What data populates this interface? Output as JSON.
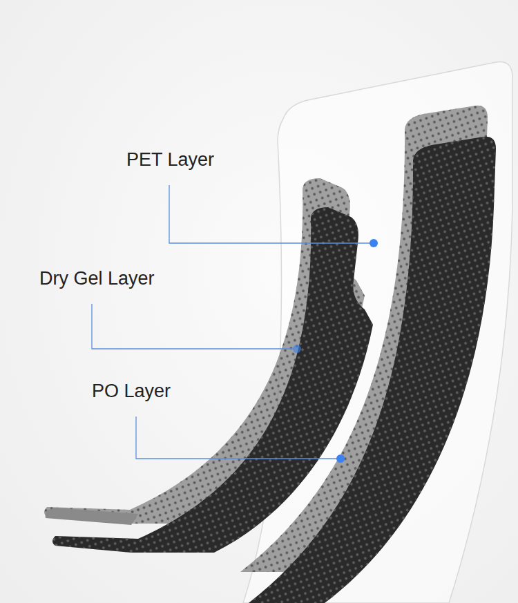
{
  "diagram": {
    "labels": [
      "PET Layer",
      "Dry Gel Layer",
      "PO Layer"
    ]
  }
}
